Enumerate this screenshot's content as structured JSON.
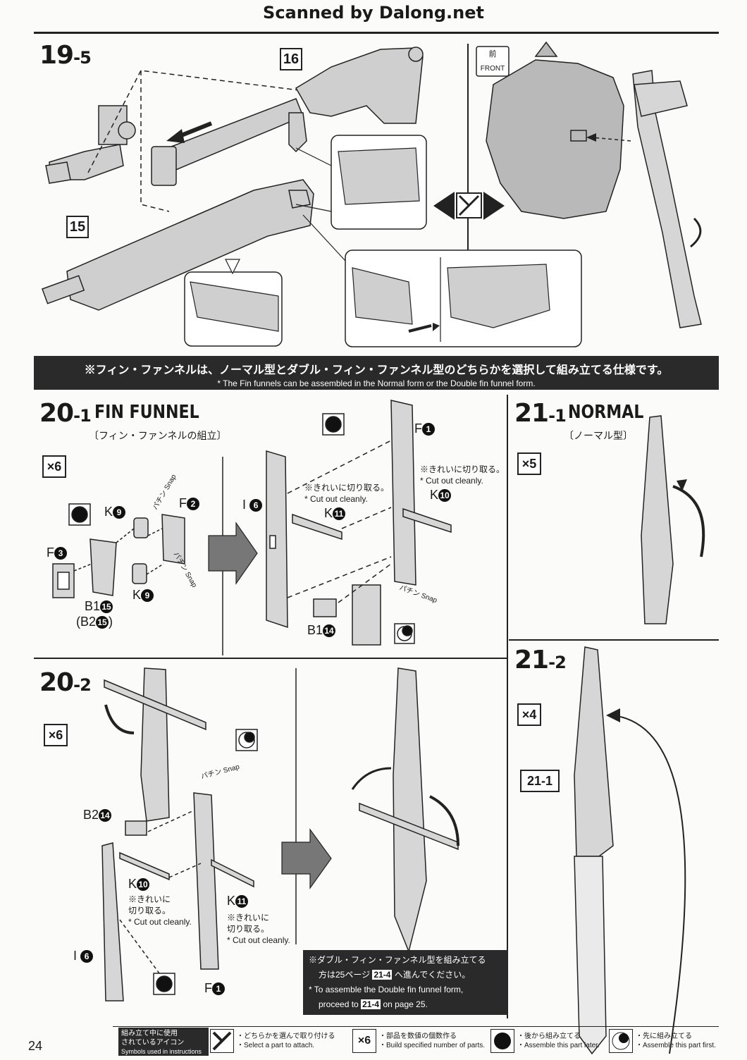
{
  "header": {
    "watermark": "Scanned by Dalong.net"
  },
  "step19_5": {
    "number_main": "19",
    "number_sub": "-5",
    "part_16": "16",
    "part_15": "15",
    "front_jp": "前",
    "front_en": "FRONT"
  },
  "banner": {
    "jp": "※フィン・ファンネルは、ノーマル型とダブル・フィン・ファンネル型のどちらかを選択して組み立てる仕様です。",
    "en": "* The Fin funnels can be assembled in the Normal form or the Double fin funnel form."
  },
  "step20_1": {
    "number_main": "20",
    "number_sub": "-1",
    "title_en": "FIN FUNNEL",
    "title_jp": "〔フィン・ファンネルの組立〕",
    "multiplier": "×6",
    "labels": {
      "k9_top": "K",
      "k9_top_num": "9",
      "f2": "F",
      "f2_num": "2",
      "f3": "F",
      "f3_num": "3",
      "k9_bottom": "K",
      "k9_bottom_num": "9",
      "b1": "B1",
      "b1_num": "15",
      "b2": "(B2",
      "b2_num": "15",
      "b2_close": ")",
      "i6": "I",
      "i6_num": "6",
      "f1": "F",
      "f1_num": "1",
      "k11": "K",
      "k11_num": "11",
      "k10": "K",
      "k10_num": "10",
      "b1_14": "B1",
      "b1_14_num": "14",
      "snap_jp": "パチン",
      "snap_en": "Snap"
    },
    "cut_note_1_jp": "※きれいに切り取る。",
    "cut_note_1_en": "* Cut out cleanly.",
    "cut_note_2_jp": "※きれいに切り取る。",
    "cut_note_2_en": "* Cut out cleanly."
  },
  "step21_1": {
    "number_main": "21",
    "number_sub": "-1",
    "title_en": "NORMAL",
    "title_jp": "〔ノーマル型〕",
    "multiplier": "×5"
  },
  "step20_2": {
    "number_main": "20",
    "number_sub": "-2",
    "multiplier": "×6",
    "labels": {
      "b2": "B2",
      "b2_num": "14",
      "k10": "K",
      "k10_num": "10",
      "k11": "K",
      "k11_num": "11",
      "i6": "I",
      "i6_num": "6",
      "f1": "F",
      "f1_num": "1",
      "snap_jp": "パチン",
      "snap_en": "Snap"
    },
    "cut_k10_jp1": "※きれいに",
    "cut_k10_jp2": "切り取る。",
    "cut_k10_en": "* Cut out cleanly.",
    "cut_k11_jp1": "※きれいに",
    "cut_k11_jp2": "切り取る。",
    "cut_k11_en": "* Cut out cleanly.",
    "note_jp1": "※ダブル・フィン・ファンネル型を組み立てる",
    "note_jp2a": "方は25ページ",
    "note_jp2_ref": "21-4",
    "note_jp2b": "へ進んでください。",
    "note_en1": "* To assemble the Double fin funnel form,",
    "note_en2a": "proceed to",
    "note_en2_ref": "21-4",
    "note_en2b": "on page 25."
  },
  "step21_2": {
    "number_main": "21",
    "number_sub": "-2",
    "multiplier": "×4",
    "ref": "21-1"
  },
  "legend": {
    "title_jp1": "組み立て中に使用",
    "title_jp2": "されているアイコン",
    "title_en": "Symbols used in instructions",
    "items": [
      {
        "icon": "select-part-icon",
        "symbol": "",
        "jp": "・どちらかを選んで取り付ける",
        "en": "・Select a part to attach."
      },
      {
        "icon": "quantity-icon",
        "symbol": "×6",
        "jp": "・部品を数値の個数作る",
        "en": "・Build specified number of parts."
      },
      {
        "icon": "assemble-later-icon",
        "symbol": "",
        "jp": "・後から組み立てる",
        "en": "・Assemble this part later."
      },
      {
        "icon": "assemble-first-icon",
        "symbol": "",
        "jp": "・先に組み立てる",
        "en": "・Assemble this part first."
      }
    ]
  },
  "page_number": "24",
  "colors": {
    "ink": "#1a1a1a",
    "paper": "#fbfbf9",
    "panel": "#2a2a2a",
    "part_fill": "#cfcfcf"
  }
}
